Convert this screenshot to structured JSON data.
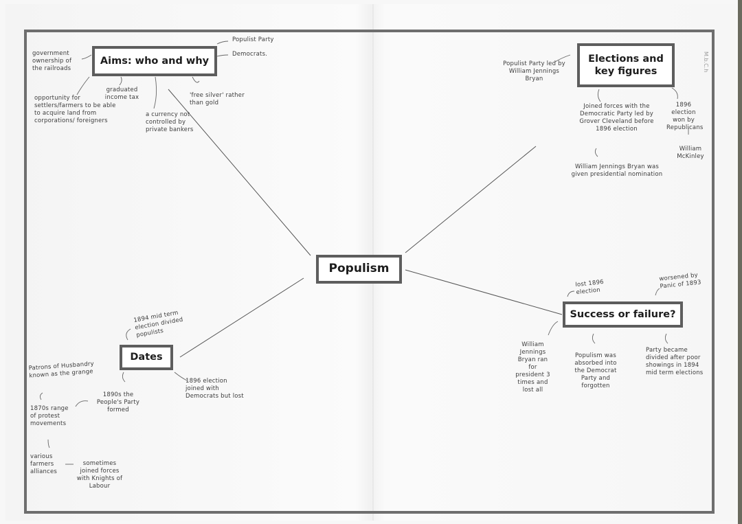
{
  "document": {
    "title": "Populism",
    "margin_note": "M.b.C.h"
  },
  "nodes": {
    "center": "Populism",
    "aims": "Aims: who and why",
    "elections": "Elections and key figures",
    "dates": "Dates",
    "success": "Success or failure?"
  },
  "aims_notes": {
    "rail": "government ownership of the railroads",
    "populist_party": "Populist Party",
    "democrats": "Democrats.",
    "settlers": "opportunity for settlers/farmers to be able to acquire land from corporations/ foreigners",
    "income_tax": "graduated income tax",
    "currency": "a currency not controlled by private bankers",
    "silver": "'free silver' rather than gold"
  },
  "elections_notes": {
    "led_by": "Populist Party led by William Jennings Bryan",
    "joined": "Joined forces with the Democratic Party led by Grover Cleveland before 1896 election",
    "nomination": "William Jennings Bryan was given presidential nomination",
    "won": "1896 election won by Republicans",
    "mckinley": "William McKinley"
  },
  "dates_notes": {
    "midterm": "1894 mid term election divided populists",
    "grange": "Patrons of Husbandry known as the grange",
    "1870s": "1870s range of protest movements",
    "1890s": "1890s the People's Party formed",
    "1896": "1896 election joined with Democrats but lost",
    "alliances": "various farmers alliances",
    "knights": "sometimes joined forces with Knights of Labour"
  },
  "success_notes": {
    "lost": "lost 1896 election",
    "panic": "worsened by Panic of 1893",
    "bryan": "William Jennings Bryan ran for president 3 times and lost all",
    "absorbed": "Populism was absorbed into the Democrat Party and forgotten",
    "divided": "Party became divided after poor showings in 1894 mid term elections"
  },
  "colors": {
    "frame": "#6e6e6e",
    "node_border": "#5d5d5d",
    "ink": "#3b3b3b",
    "paper": "#f7f7f7"
  }
}
